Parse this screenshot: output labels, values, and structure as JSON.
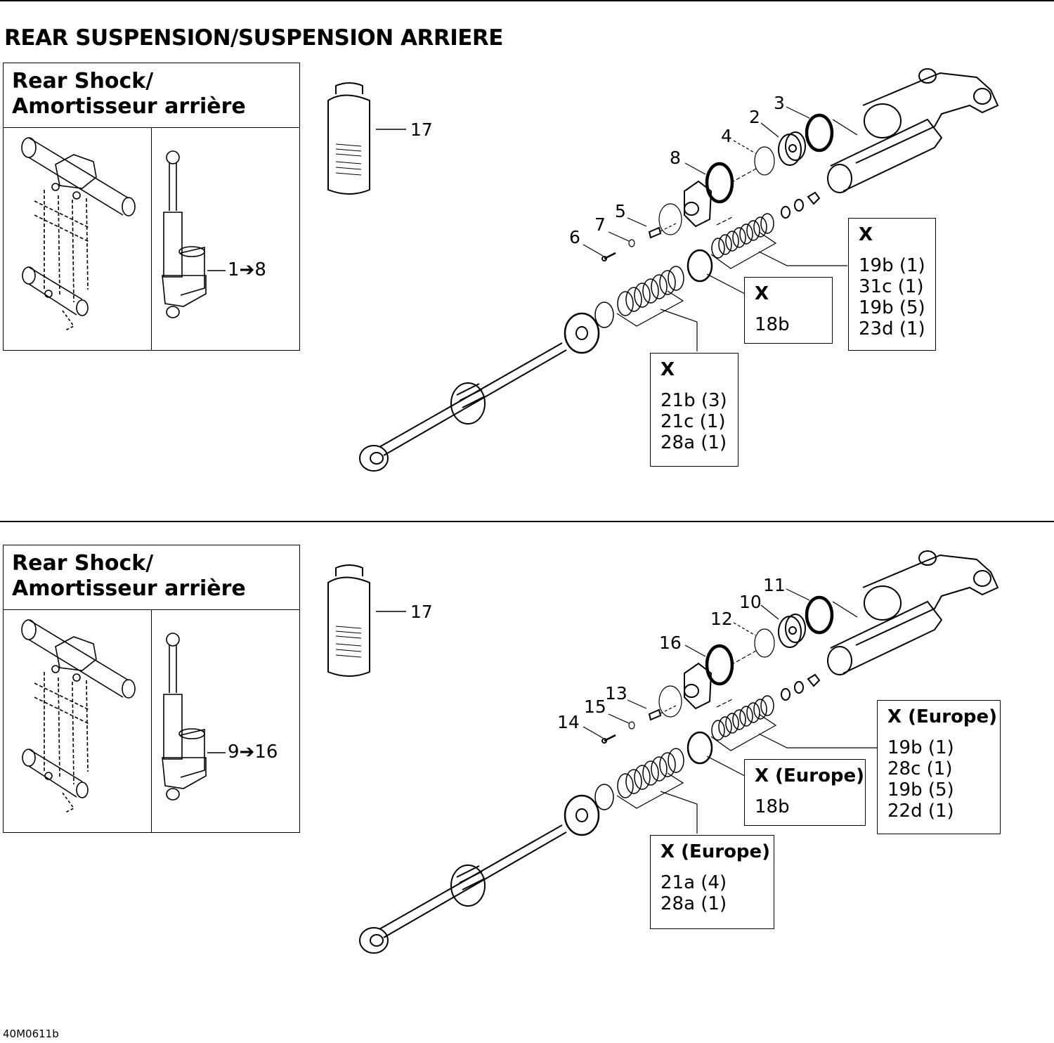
{
  "page_title": "REAR SUSPENSION/SUSPENSION ARRIERE",
  "drawing_code": "40M0611b",
  "panels": [
    {
      "locator": {
        "title_line1": "Rear Shock/",
        "title_line2": "Amortisseur arrière",
        "range_label": "1➔8"
      },
      "fluid_label": "17",
      "callouts": [
        "3",
        "2",
        "4",
        "8",
        "5",
        "7",
        "6"
      ],
      "kits": [
        {
          "title": "X",
          "items": [
            "19b (1)",
            "31c (1)",
            "19b (5)",
            "23d (1)"
          ]
        },
        {
          "title": "X",
          "items": [
            "18b"
          ]
        },
        {
          "title": "X",
          "items": [
            "21b (3)",
            "21c (1)",
            "28a (1)"
          ]
        }
      ]
    },
    {
      "locator": {
        "title_line1": "Rear Shock/",
        "title_line2": "Amortisseur arrière",
        "range_label": "9➔16"
      },
      "fluid_label": "17",
      "callouts": [
        "11",
        "10",
        "12",
        "16",
        "13",
        "15",
        "14"
      ],
      "kits": [
        {
          "title": "X (Europe)",
          "items": [
            "19b (1)",
            "28c (1)",
            "19b (5)",
            "22d (1)"
          ]
        },
        {
          "title": "X (Europe)",
          "items": [
            "18b"
          ]
        },
        {
          "title": "X (Europe)",
          "items": [
            "21a (4)",
            "28a (1)"
          ]
        }
      ]
    }
  ]
}
